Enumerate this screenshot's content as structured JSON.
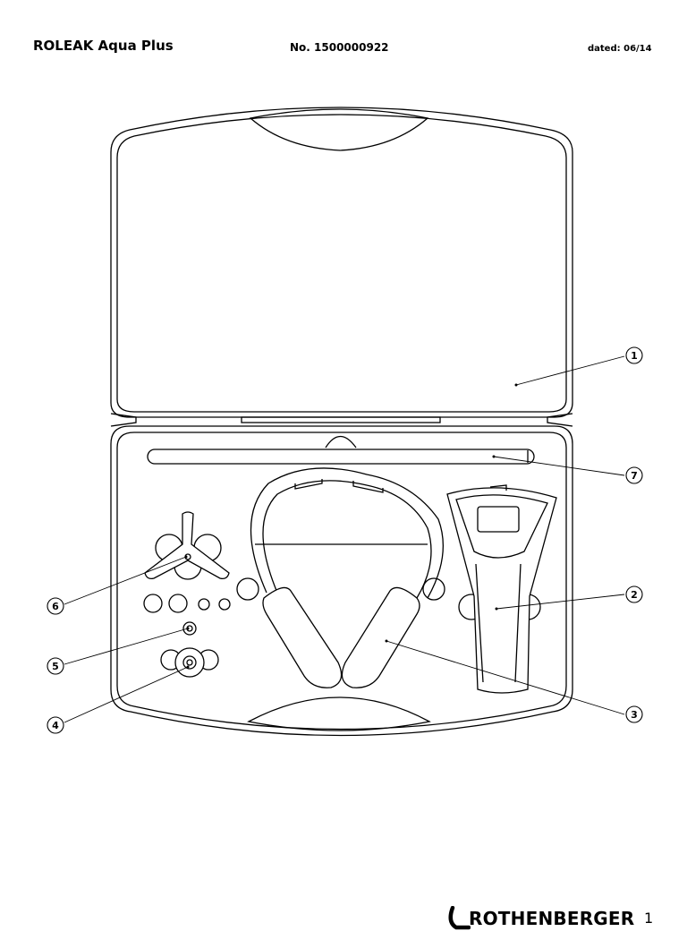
{
  "header": {
    "title": "ROLEAK Aqua Plus",
    "document_number": "No. 1500000922",
    "dated": "dated: 06/14"
  },
  "diagram": {
    "callouts": [
      "1",
      "2",
      "3",
      "4",
      "5",
      "6",
      "7"
    ]
  },
  "footer": {
    "brand": "ROTHENBERGER",
    "page_number": "1"
  },
  "colors": {
    "line": "#000000",
    "background": "#ffffff"
  }
}
